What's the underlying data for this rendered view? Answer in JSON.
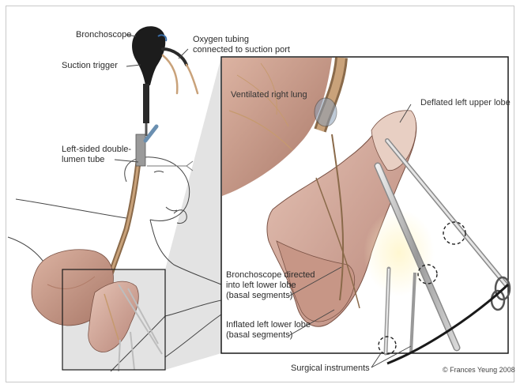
{
  "labels": {
    "bronchoscope": "Bronchoscope",
    "oxygen_tubing_1": "Oxygen tubing",
    "oxygen_tubing_2": "connected to suction port",
    "suction_trigger": "Suction trigger",
    "double_lumen_1": "Left-sided double-",
    "double_lumen_2": "lumen tube",
    "ventilated_right_lung": "Ventilated right lung",
    "deflated_left_upper_lobe": "Deflated left upper lobe",
    "bronchoscope_directed_1": "Bronchoscope directed",
    "bronchoscope_directed_2": "into left lower lobe",
    "bronchoscope_directed_3": "(basal segments)",
    "inflated_lower_lobe_1": "Inflated left lower lobe",
    "inflated_lower_lobe_2": "(basal segments)",
    "surgical_instruments": "Surgical instruments",
    "copyright": "© Frances Yeung 2008"
  },
  "colors": {
    "lung_tissue": "#d9b3a3",
    "lung_shadow": "#b9877a",
    "vessel": "#c69a6e",
    "instrument": "#b9b9b9",
    "tube": "#8a8a8a",
    "bronchoscope_body": "#1c1c1c",
    "outline": "#222222"
  }
}
